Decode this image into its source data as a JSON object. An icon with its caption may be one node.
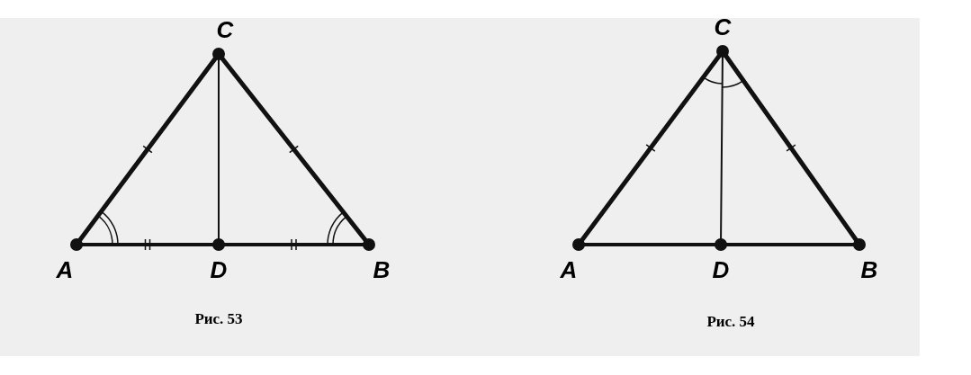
{
  "diagram": {
    "labels": [
      "C",
      "A",
      "D",
      "B",
      "Рис. 53",
      "C",
      "A",
      "D",
      "B",
      "Рис. 54"
    ]
  }
}
